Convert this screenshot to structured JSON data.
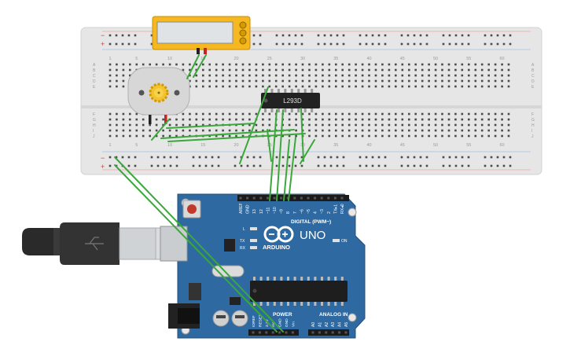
{
  "breadboard": {
    "top_col_labels": [
      "1",
      "5",
      "10",
      "15",
      "20",
      "25",
      "30",
      "35",
      "40",
      "45",
      "50",
      "55",
      "60"
    ],
    "bottom_col_labels": [
      "1",
      "5",
      "10",
      "15",
      "20",
      "25",
      "30",
      "35",
      "40",
      "45",
      "50",
      "55",
      "60"
    ],
    "row_labels_top": [
      "A",
      "B",
      "C",
      "D",
      "E"
    ],
    "row_labels_bottom": [
      "F",
      "G",
      "H",
      "I",
      "J"
    ],
    "rail_minus": "−",
    "rail_plus": "+"
  },
  "chip": {
    "label": "L293D"
  },
  "arduino": {
    "brand": "ARDUINO",
    "model": "UNO",
    "digital_header": "DIGITAL (PWM~)",
    "digital_pins": [
      "AREF",
      "GND",
      "13",
      "12",
      "~11",
      "~10",
      "~9",
      "8",
      "7",
      "~6",
      "~5",
      "4",
      "~3",
      "2",
      "TX▸1",
      "RX◂0"
    ],
    "power_header": "POWER",
    "power_pins": [
      "IOREF",
      "RESET",
      "3.3V",
      "5V",
      "GND",
      "GND",
      "Vin"
    ],
    "analog_header": "ANALOG IN",
    "analog_pins": [
      "A0",
      "A1",
      "A2",
      "A3",
      "A4",
      "A5"
    ],
    "led_l": "L",
    "led_tx": "TX",
    "led_rx": "RX",
    "led_on": "ON"
  },
  "colors": {
    "breadboard": "#e6e6e6",
    "arduino_board": "#2e6aa1",
    "wire_green": "#3aa83a",
    "motor_body": "#d9d9d9",
    "chip": "#222222",
    "usb_plug": "#333333"
  },
  "icons": [
    "usb-plug-icon",
    "motor-gear-icon",
    "arduino-infinity-logo"
  ]
}
